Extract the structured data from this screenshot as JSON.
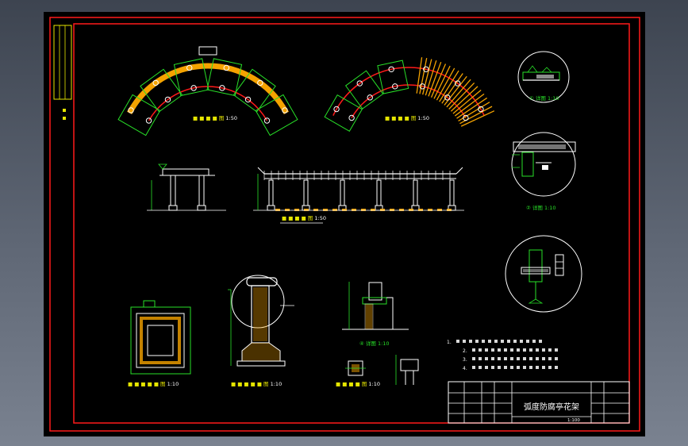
{
  "drawing": {
    "title": "弧度防腐亭花架",
    "scale_footer": "1:100",
    "views": {
      "plan_top_left": "1:50",
      "plan_top_mid": "1:50",
      "elevation": "1:50",
      "detail_1": "① 详图 1:10",
      "detail_2": "② 详图 1:10",
      "detail_4": "④ 详图 1:10",
      "bottom_1": "1:10",
      "bottom_2": "1:10",
      "bottom_3": "1:10"
    },
    "notes": [
      "1.",
      "2.",
      "3.",
      "4."
    ]
  },
  "colors": {
    "frame_red": "#ff1a1a",
    "line_green": "#28e028",
    "line_white": "#ffffff",
    "hatch_orange": "#f5a300",
    "dim_yellow": "#e6e600"
  }
}
